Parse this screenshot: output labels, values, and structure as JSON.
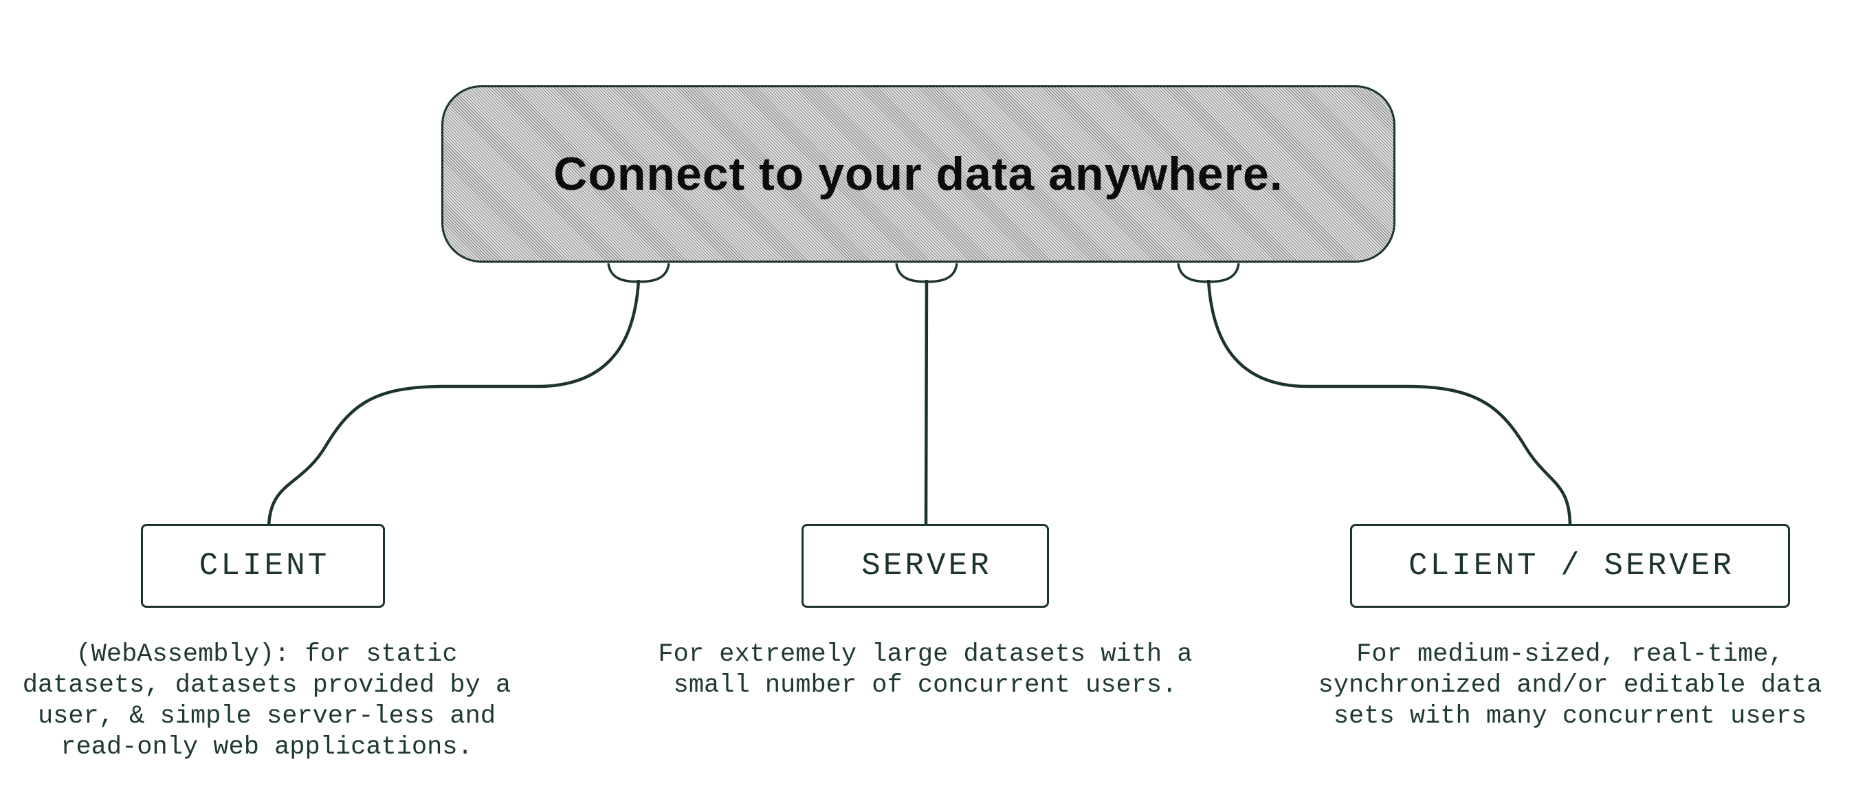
{
  "banner": {
    "title": "Connect to your data anywhere."
  },
  "nodes": [
    {
      "label": "CLIENT",
      "desc_lines": [
        "(WebAssembly): for static",
        "datasets, datasets provided by a",
        "user, & simple server-less and",
        "read-only web applications."
      ]
    },
    {
      "label": "SERVER",
      "desc_lines": [
        "For extremely large datasets with a",
        "small number of concurrent users."
      ]
    },
    {
      "label": "CLIENT / SERVER",
      "desc_lines": [
        "For medium-sized, real-time,",
        "synchronized and/or editable data",
        "sets with many concurrent users"
      ]
    }
  ],
  "colors": {
    "ink": "#1d332e",
    "title_text": "#0c0c0c",
    "hatch_dark": "#8a8a8a",
    "hatch_light": "#e3e3e3",
    "node_fill": "#ffffff",
    "background": "#ffffff"
  }
}
